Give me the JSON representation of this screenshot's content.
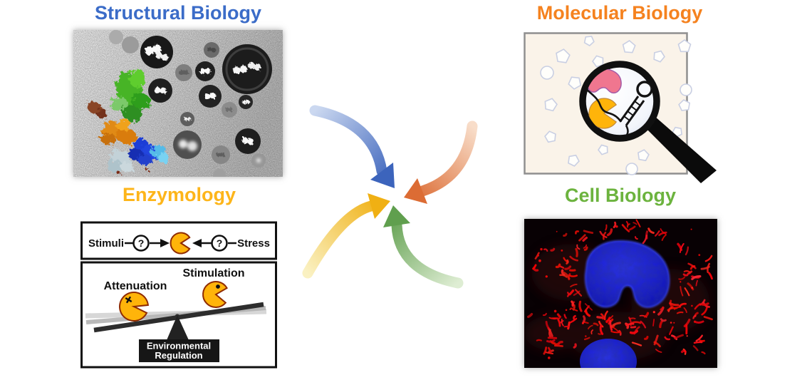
{
  "panels": {
    "structural": {
      "title": "Structural Biology",
      "title_color": "#3B6CC8"
    },
    "molecular": {
      "title": "Molecular Biology",
      "title_color": "#F5821F"
    },
    "enzymology": {
      "title": "Enzymology",
      "title_color": "#FDB51A",
      "stimuli": "Stimuli",
      "stress": "Stress",
      "question": "?",
      "attenuation": "Attenuation",
      "stimulation": "Stimulation",
      "env_reg_line1": "Environmental",
      "env_reg_line2": "Regulation"
    },
    "cell": {
      "title": "Cell Biology",
      "title_color": "#6CB33E"
    }
  },
  "arrows": {
    "blue": "#3C64BC",
    "orange": "#DC6C34",
    "yellow": "#F0B013",
    "green": "#609F4E"
  },
  "art_colors": {
    "pacman_yellow": "#FFB40A",
    "pacman_outline": "#8F2B00",
    "nucleus_blue": "#1A1ED2",
    "mitochondria_red": "#E51212",
    "rna_binding_protein_pink": "#F0768F"
  }
}
